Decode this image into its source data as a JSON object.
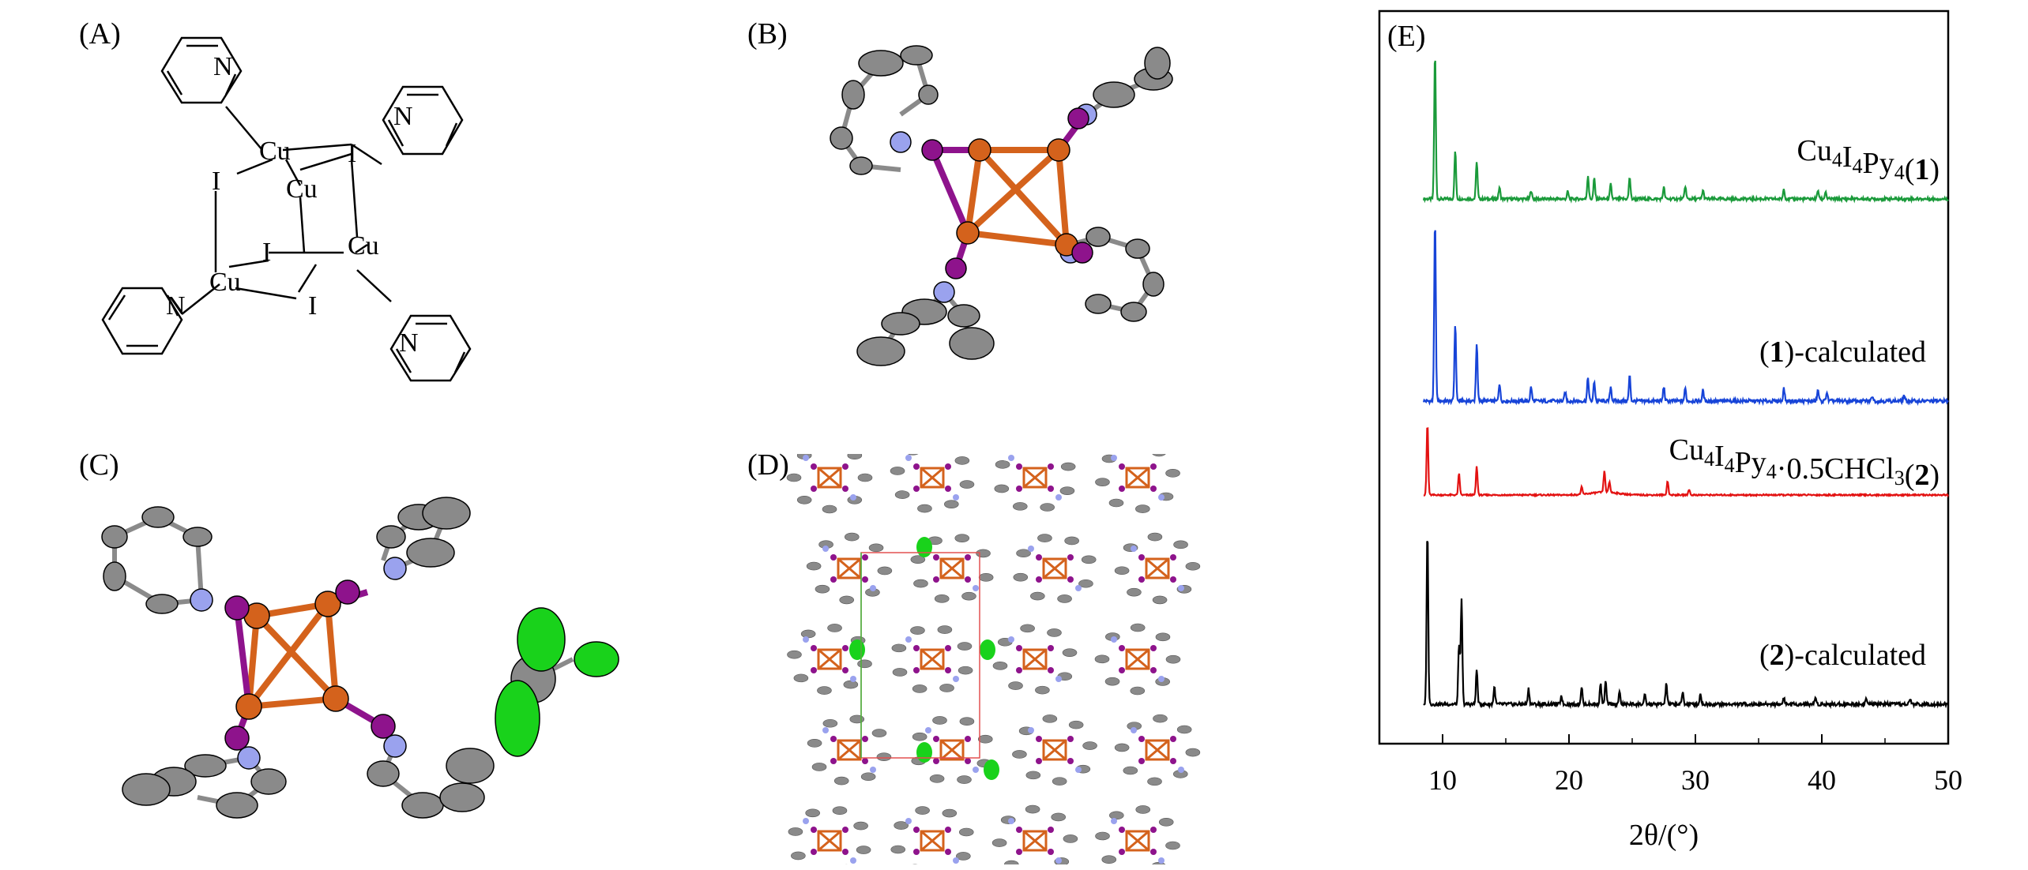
{
  "panels": {
    "a": {
      "label": "(A)"
    },
    "b": {
      "label": "(B)"
    },
    "c": {
      "label": "(C)"
    },
    "d": {
      "label": "(D)"
    },
    "e": {
      "label": "(E)"
    }
  },
  "structure": {
    "atoms": {
      "cu": "Cu",
      "i": "I",
      "n": "N"
    }
  },
  "colors": {
    "cu": "#d4621c",
    "i": "#8e138c",
    "n": "#9aa2ee",
    "c": "#8a8a8a",
    "cl": "#19d21b",
    "green_trace": "#1a9a3a",
    "blue_trace": "#1744d8",
    "red_trace": "#e31212",
    "black_trace": "#000000"
  },
  "chart_data": {
    "type": "line",
    "xlabel": "2θ/(°)",
    "xlim": [
      5,
      50
    ],
    "xticks": [
      10,
      20,
      30,
      40,
      50
    ],
    "y_axis": "stacked, unlabeled",
    "series": [
      {
        "name": "Cu4I4Py4(1)",
        "peaks": [
          [
            9.4,
            1.0
          ],
          [
            11.0,
            0.33
          ],
          [
            12.7,
            0.26
          ],
          [
            14.5,
            0.08
          ],
          [
            17.0,
            0.06
          ],
          [
            19.9,
            0.05
          ],
          [
            21.5,
            0.16
          ],
          [
            22.0,
            0.14
          ],
          [
            23.3,
            0.1
          ],
          [
            24.8,
            0.15
          ],
          [
            27.5,
            0.08
          ],
          [
            29.2,
            0.09
          ],
          [
            30.6,
            0.06
          ],
          [
            37.0,
            0.07
          ],
          [
            39.7,
            0.06
          ],
          [
            40.3,
            0.05
          ]
        ]
      },
      {
        "name": "(1)-calculated",
        "peaks": [
          [
            9.4,
            1.0
          ],
          [
            11.0,
            0.43
          ],
          [
            12.7,
            0.32
          ],
          [
            14.5,
            0.1
          ],
          [
            17.0,
            0.08
          ],
          [
            19.7,
            0.05
          ],
          [
            21.5,
            0.13
          ],
          [
            22.0,
            0.11
          ],
          [
            23.3,
            0.08
          ],
          [
            24.8,
            0.14
          ],
          [
            27.5,
            0.08
          ],
          [
            29.2,
            0.07
          ],
          [
            30.6,
            0.06
          ],
          [
            37.0,
            0.07
          ],
          [
            39.7,
            0.06
          ],
          [
            40.4,
            0.05
          ],
          [
            44.0,
            0.03
          ],
          [
            46.5,
            0.03
          ]
        ]
      },
      {
        "name": "Cu4I4Py4·0.5CHCl3(2)",
        "peaks": [
          [
            8.8,
            1.0
          ],
          [
            11.3,
            0.3
          ],
          [
            12.7,
            0.4
          ],
          [
            21.0,
            0.1
          ],
          [
            22.8,
            0.3
          ],
          [
            23.2,
            0.15
          ],
          [
            27.8,
            0.2
          ],
          [
            29.5,
            0.08
          ]
        ]
      },
      {
        "name": "(2)-calculated",
        "peaks": [
          [
            8.8,
            1.0
          ],
          [
            11.3,
            0.35
          ],
          [
            11.5,
            0.6
          ],
          [
            12.7,
            0.2
          ],
          [
            14.1,
            0.1
          ],
          [
            16.8,
            0.09
          ],
          [
            19.4,
            0.05
          ],
          [
            21.0,
            0.1
          ],
          [
            22.5,
            0.12
          ],
          [
            22.9,
            0.13
          ],
          [
            24.0,
            0.07
          ],
          [
            26.0,
            0.05
          ],
          [
            27.7,
            0.12
          ],
          [
            29.0,
            0.07
          ],
          [
            30.4,
            0.06
          ],
          [
            37.0,
            0.04
          ],
          [
            39.5,
            0.04
          ],
          [
            43.5,
            0.03
          ],
          [
            47.0,
            0.03
          ]
        ]
      }
    ]
  }
}
